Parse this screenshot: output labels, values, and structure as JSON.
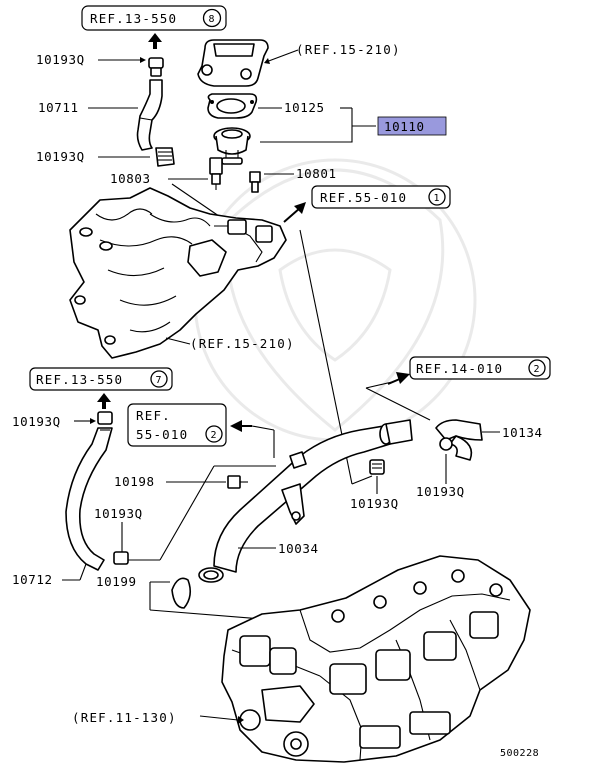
{
  "refs": {
    "r1": {
      "text": "REF.13-550",
      "num": "8"
    },
    "r2": {
      "text": "(REF.15-210)"
    },
    "r3": {
      "text": "REF.55-010",
      "num": "1"
    },
    "r4": {
      "text": "(REF.15-210)"
    },
    "r5": {
      "text": "REF.13-550",
      "num": "7"
    },
    "r6": {
      "text": "REF.14-010",
      "num": "2"
    },
    "r7a": {
      "text": "REF."
    },
    "r7b": {
      "text": "55-010",
      "num": "2"
    },
    "r8": {
      "text": "(REF.11-130)"
    }
  },
  "parts": {
    "p1": "10193Q",
    "p2": "10711",
    "p3": "10125",
    "p4": "10110",
    "p5": "10193Q",
    "p6": "10803",
    "p7": "10801",
    "p8": "10193Q",
    "p9": "10134",
    "p10": "10198",
    "p11": "10193Q",
    "p12": "10193Q",
    "p13": "10193Q",
    "p14": "10034",
    "p15": "10712",
    "p16": "10199"
  },
  "diagram_id": "500228",
  "colors": {
    "highlight": "#9999dd"
  }
}
